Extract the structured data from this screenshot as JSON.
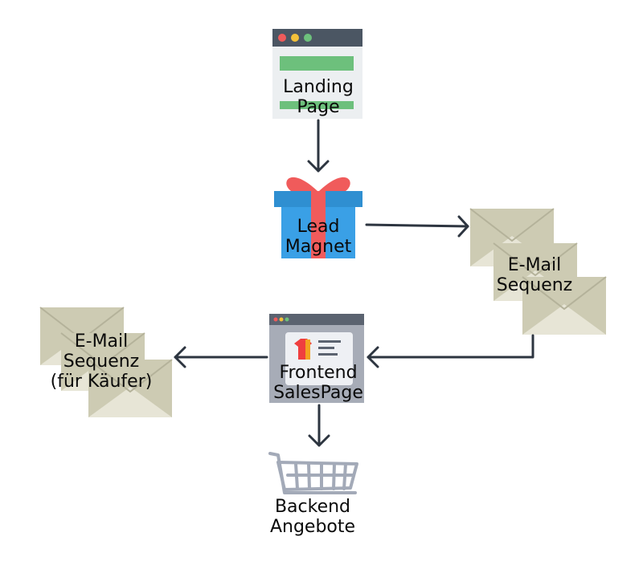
{
  "nodes": {
    "landing_page": {
      "lines": [
        "Landing",
        "Page"
      ]
    },
    "lead_magnet": {
      "lines": [
        "Lead",
        "Magnet"
      ]
    },
    "email_sequence": {
      "lines": [
        "E-Mail",
        "Sequenz"
      ]
    },
    "frontend_salespage": {
      "lines": [
        "Frontend",
        "SalesPage"
      ]
    },
    "email_sequence_buyers": {
      "lines": [
        "E-Mail",
        "Sequenz",
        "(für Käufer)"
      ]
    },
    "backend_offers": {
      "lines": [
        "Backend",
        "Angebote"
      ]
    }
  },
  "colors": {
    "arrow": "#2d3540",
    "envelope": "#cdcbb3",
    "envelope_fold": "#e7e5d6",
    "browser_bar": "#4b5663",
    "browser_green": "#6dc07c",
    "gift_box": "#3aa0e6",
    "gift_ribbon": "#f05b5b",
    "cart": "#a3aab8"
  }
}
